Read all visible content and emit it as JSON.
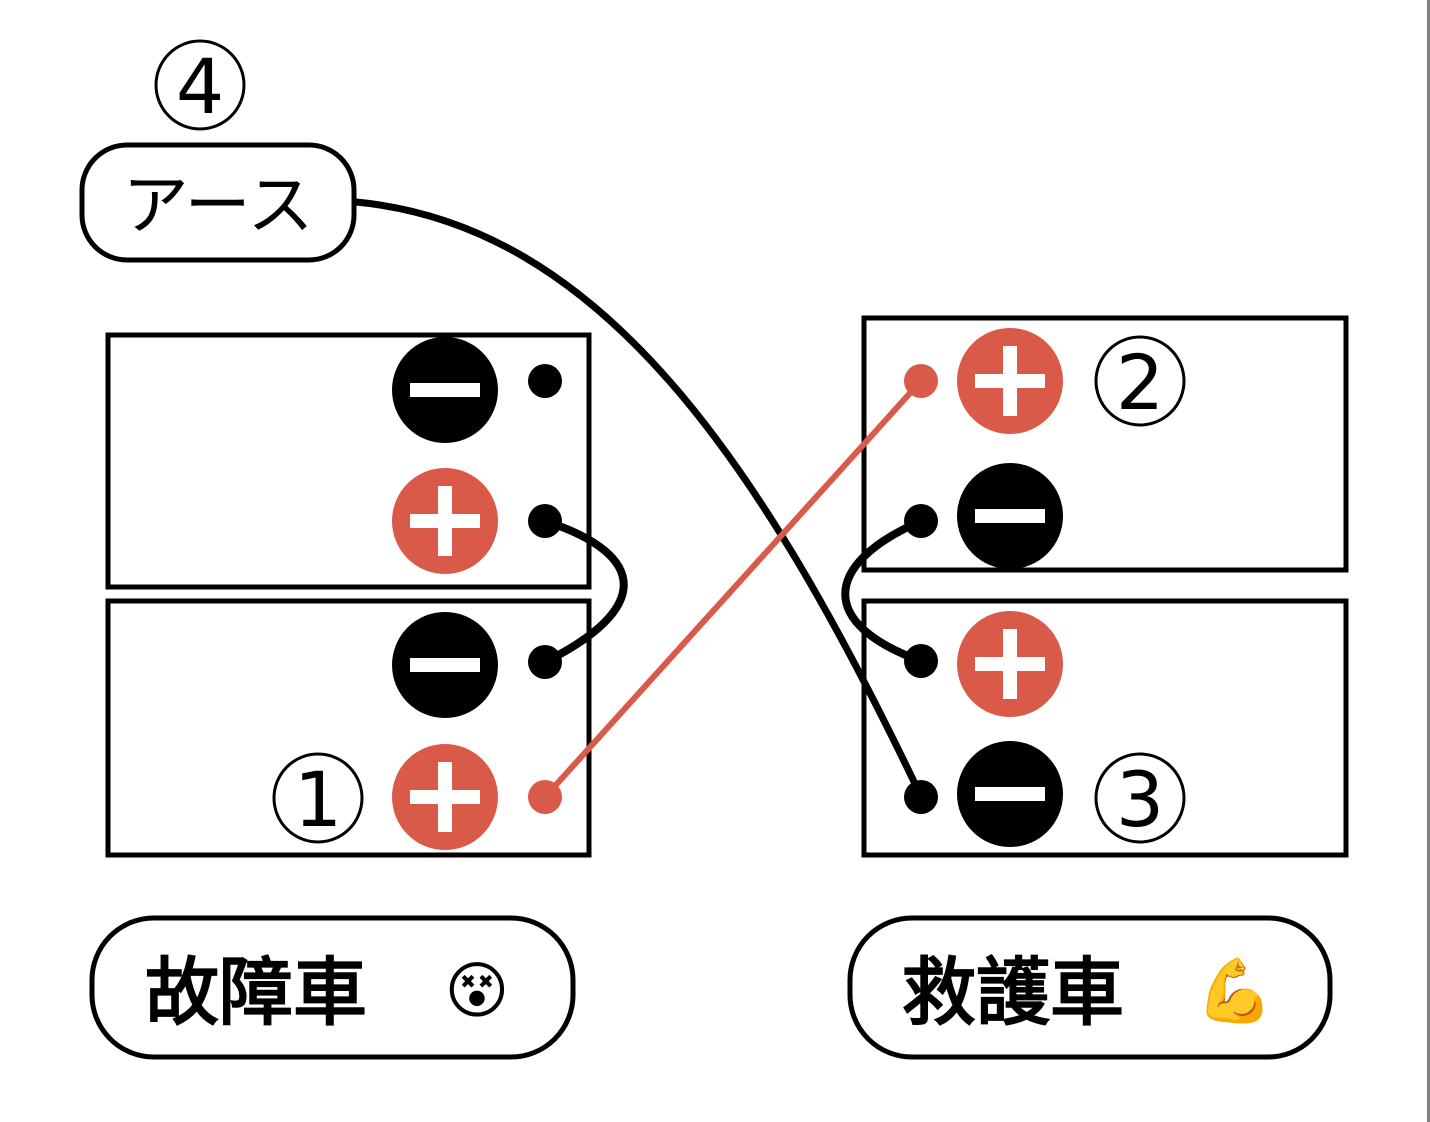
{
  "colors": {
    "positive": "#d95a48",
    "negative": "#000000",
    "line": "#000000"
  },
  "earth_label": "アース",
  "steps": {
    "one": "①",
    "two": "②",
    "three": "③",
    "four": "④"
  },
  "terminal_symbols": {
    "plus": "+",
    "minus": "−"
  },
  "disabled_car": {
    "label": "故障車",
    "emoji": "😵"
  },
  "rescue_car": {
    "label": "救護車",
    "emoji": "💪"
  }
}
